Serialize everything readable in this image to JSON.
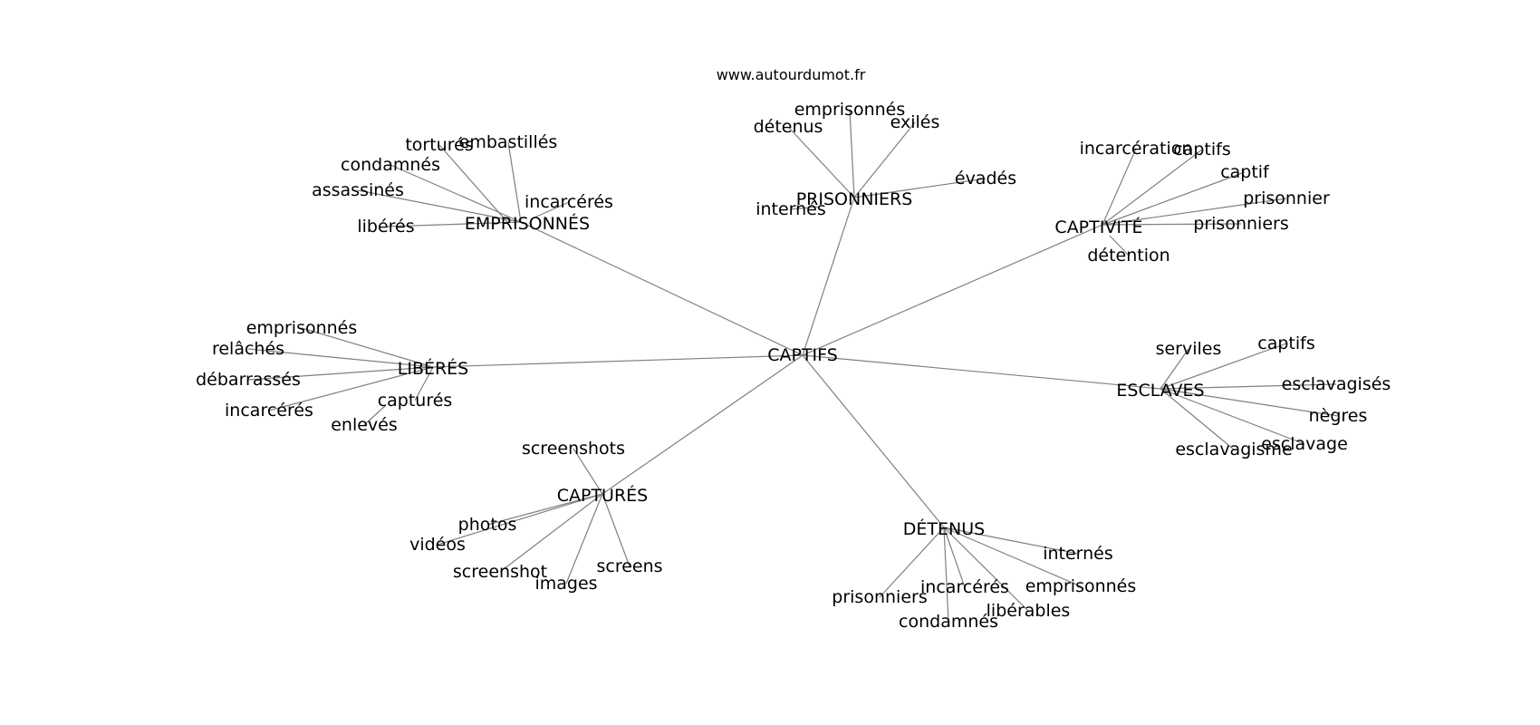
{
  "credit": "www.autourdumot.fr",
  "graph": {
    "center": "CAPTIFS",
    "hubs": [
      {
        "label": "EMPRISONNÉS",
        "leaves": [
          "torturés",
          "embastillés",
          "condamnés",
          "assassinés",
          "incarcérés",
          "libérés"
        ]
      },
      {
        "label": "PRISONNIERS",
        "leaves": [
          "emprisonnés",
          "détenus",
          "exilés",
          "évadés",
          "internés"
        ]
      },
      {
        "label": "CAPTIVITÉ",
        "leaves": [
          "incarcération",
          "captifs",
          "captif",
          "prisonnier",
          "prisonniers",
          "détention"
        ]
      },
      {
        "label": "LIBÉRÉS",
        "leaves": [
          "emprisonnés",
          "relâchés",
          "débarrassés",
          "incarcérés",
          "capturés",
          "enlevés"
        ]
      },
      {
        "label": "ESCLAVES",
        "leaves": [
          "serviles",
          "captifs",
          "esclavagisés",
          "nègres",
          "esclavage",
          "esclavagisme"
        ]
      },
      {
        "label": "CAPTURÉS",
        "leaves": [
          "screenshots",
          "photos",
          "vidéos",
          "screenshot",
          "images",
          "screens"
        ]
      },
      {
        "label": "DÉTENUS",
        "leaves": [
          "internés",
          "emprisonnés",
          "incarcérés",
          "libérables",
          "prisonniers",
          "condamnés"
        ]
      }
    ]
  }
}
